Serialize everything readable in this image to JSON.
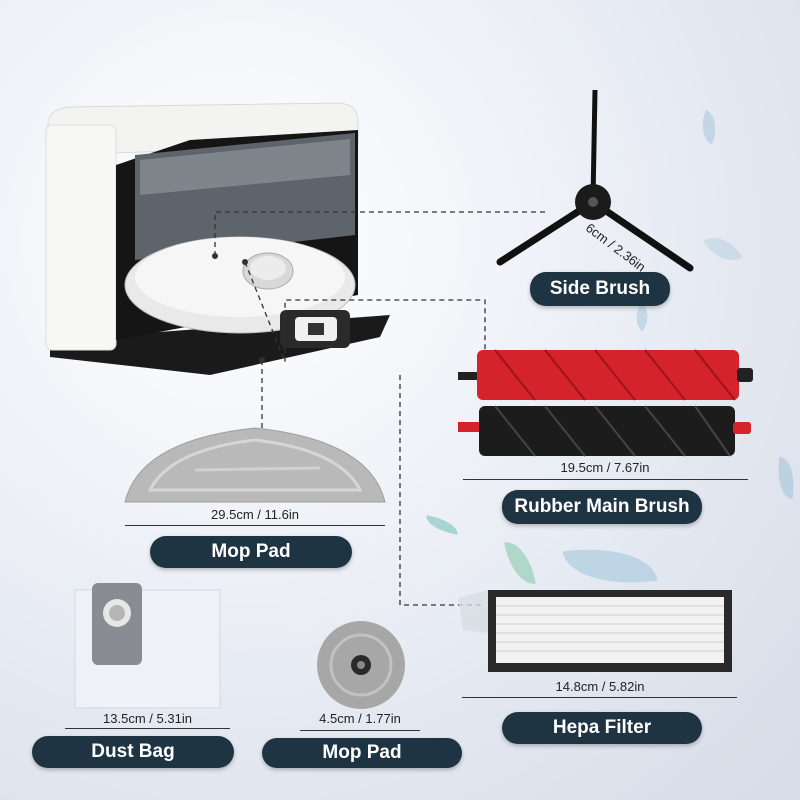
{
  "labels": {
    "side_brush": "Side Brush",
    "main_brush": "Rubber Main Brush",
    "mop_pad_large": "Mop Pad",
    "hepa_filter": "Hepa Filter",
    "dust_bag": "Dust Bag",
    "mop_pad_small": "Mop Pad"
  },
  "dimensions": {
    "side_brush": "6cm / 2.36in",
    "main_brush": "19.5cm / 7.67in",
    "mop_pad_large": "29.5cm / 11.6in",
    "hepa_filter": "14.8cm / 5.82in",
    "dust_bag": "13.5cm / 5.31in",
    "mop_pad_small": "4.5cm / 1.77in"
  },
  "colors": {
    "pill_bg": "#1f3443",
    "brush_red": "#d4232a",
    "brush_black": "#1c1c1c",
    "leaf_teal": "#7fc6c8"
  }
}
